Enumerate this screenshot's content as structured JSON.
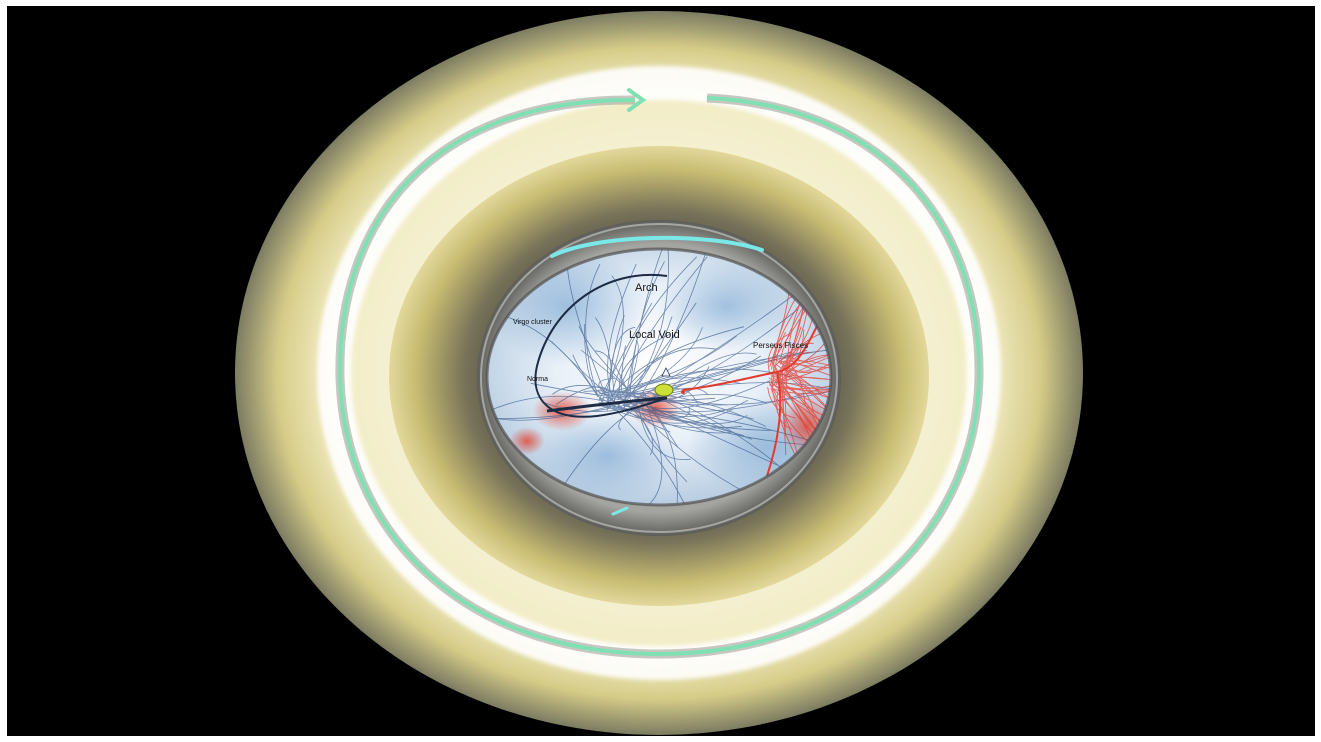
{
  "map": {
    "labels": {
      "arch": "Arch",
      "local_void": "Local Void",
      "perseus_pisces": "Perseus Pisces",
      "virgo_cluster": "Virgo cluster",
      "norma": "Norma"
    }
  },
  "colors": {
    "background": "#000000",
    "halo_gold": "#d8cd86",
    "ring_white": "#ffffff",
    "arrow_green": "#7fe0b4",
    "inner_arc_cyan": "#7be8e8",
    "filament_blue": "#3a5a8c",
    "filament_red": "#e43a2e"
  },
  "icons": {
    "direction_arrow": "chevron-arrow-right"
  }
}
